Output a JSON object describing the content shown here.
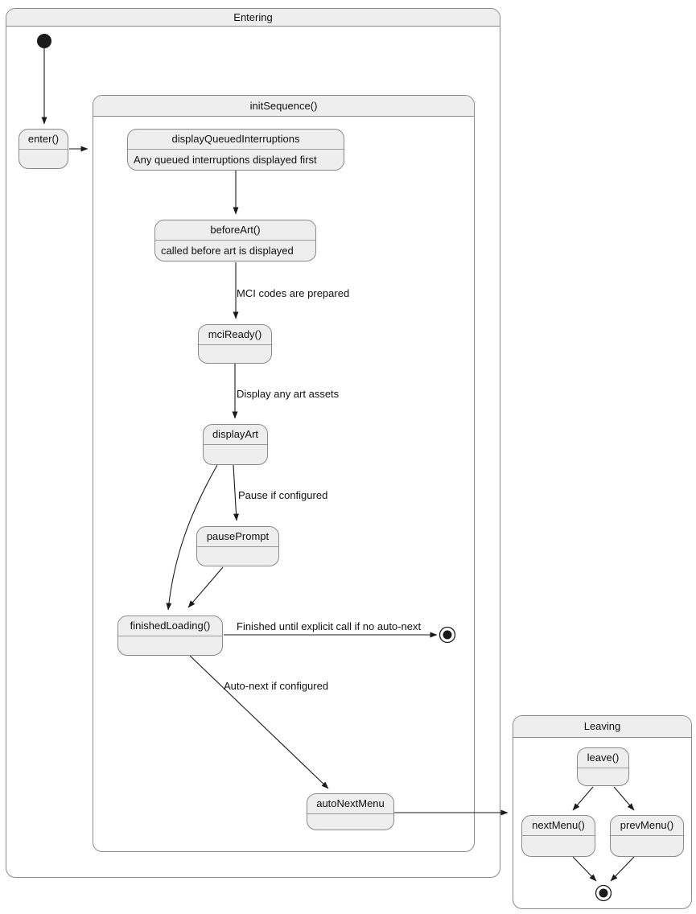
{
  "diagram": {
    "type": "uml-state-diagram",
    "containers": {
      "entering": {
        "title": "Entering"
      },
      "initSequence": {
        "title": "initSequence()"
      },
      "leaving": {
        "title": "Leaving"
      }
    },
    "states": {
      "enter": {
        "title": "enter()"
      },
      "displayQueuedInterruptions": {
        "title": "displayQueuedInterruptions",
        "body": "Any queued interruptions displayed first"
      },
      "beforeArt": {
        "title": "beforeArt()",
        "body": "called before art is displayed"
      },
      "mciReady": {
        "title": "mciReady()"
      },
      "displayArt": {
        "title": "displayArt"
      },
      "pausePrompt": {
        "title": "pausePrompt"
      },
      "finishedLoading": {
        "title": "finishedLoading()"
      },
      "autoNextMenu": {
        "title": "autoNextMenu"
      },
      "leave": {
        "title": "leave()"
      },
      "nextMenu": {
        "title": "nextMenu()"
      },
      "prevMenu": {
        "title": "prevMenu()"
      }
    },
    "edges": [
      {
        "from": "start",
        "to": "enter",
        "label": ""
      },
      {
        "from": "enter",
        "to": "initSequence",
        "label": ""
      },
      {
        "from": "displayQueuedInterruptions",
        "to": "beforeArt",
        "label": ""
      },
      {
        "from": "beforeArt",
        "to": "mciReady",
        "label": "MCI codes are prepared"
      },
      {
        "from": "mciReady",
        "to": "displayArt",
        "label": "Display any art assets"
      },
      {
        "from": "displayArt",
        "to": "pausePrompt",
        "label": "Pause if configured"
      },
      {
        "from": "displayArt",
        "to": "finishedLoading",
        "label": ""
      },
      {
        "from": "pausePrompt",
        "to": "finishedLoading",
        "label": ""
      },
      {
        "from": "finishedLoading",
        "to": "final-entering",
        "label": "Finished until explicit call if no auto-next"
      },
      {
        "from": "finishedLoading",
        "to": "autoNextMenu",
        "label": "Auto-next if configured"
      },
      {
        "from": "autoNextMenu",
        "to": "leaving",
        "label": ""
      },
      {
        "from": "leave",
        "to": "nextMenu",
        "label": ""
      },
      {
        "from": "leave",
        "to": "prevMenu",
        "label": ""
      },
      {
        "from": "nextMenu",
        "to": "final-leaving",
        "label": ""
      },
      {
        "from": "prevMenu",
        "to": "final-leaving",
        "label": ""
      }
    ],
    "colors": {
      "state_fill": "#eeeeee",
      "border": "#8a8a8a",
      "arrow": "#1a1a1a",
      "text": "#111111",
      "background": "#ffffff"
    }
  }
}
